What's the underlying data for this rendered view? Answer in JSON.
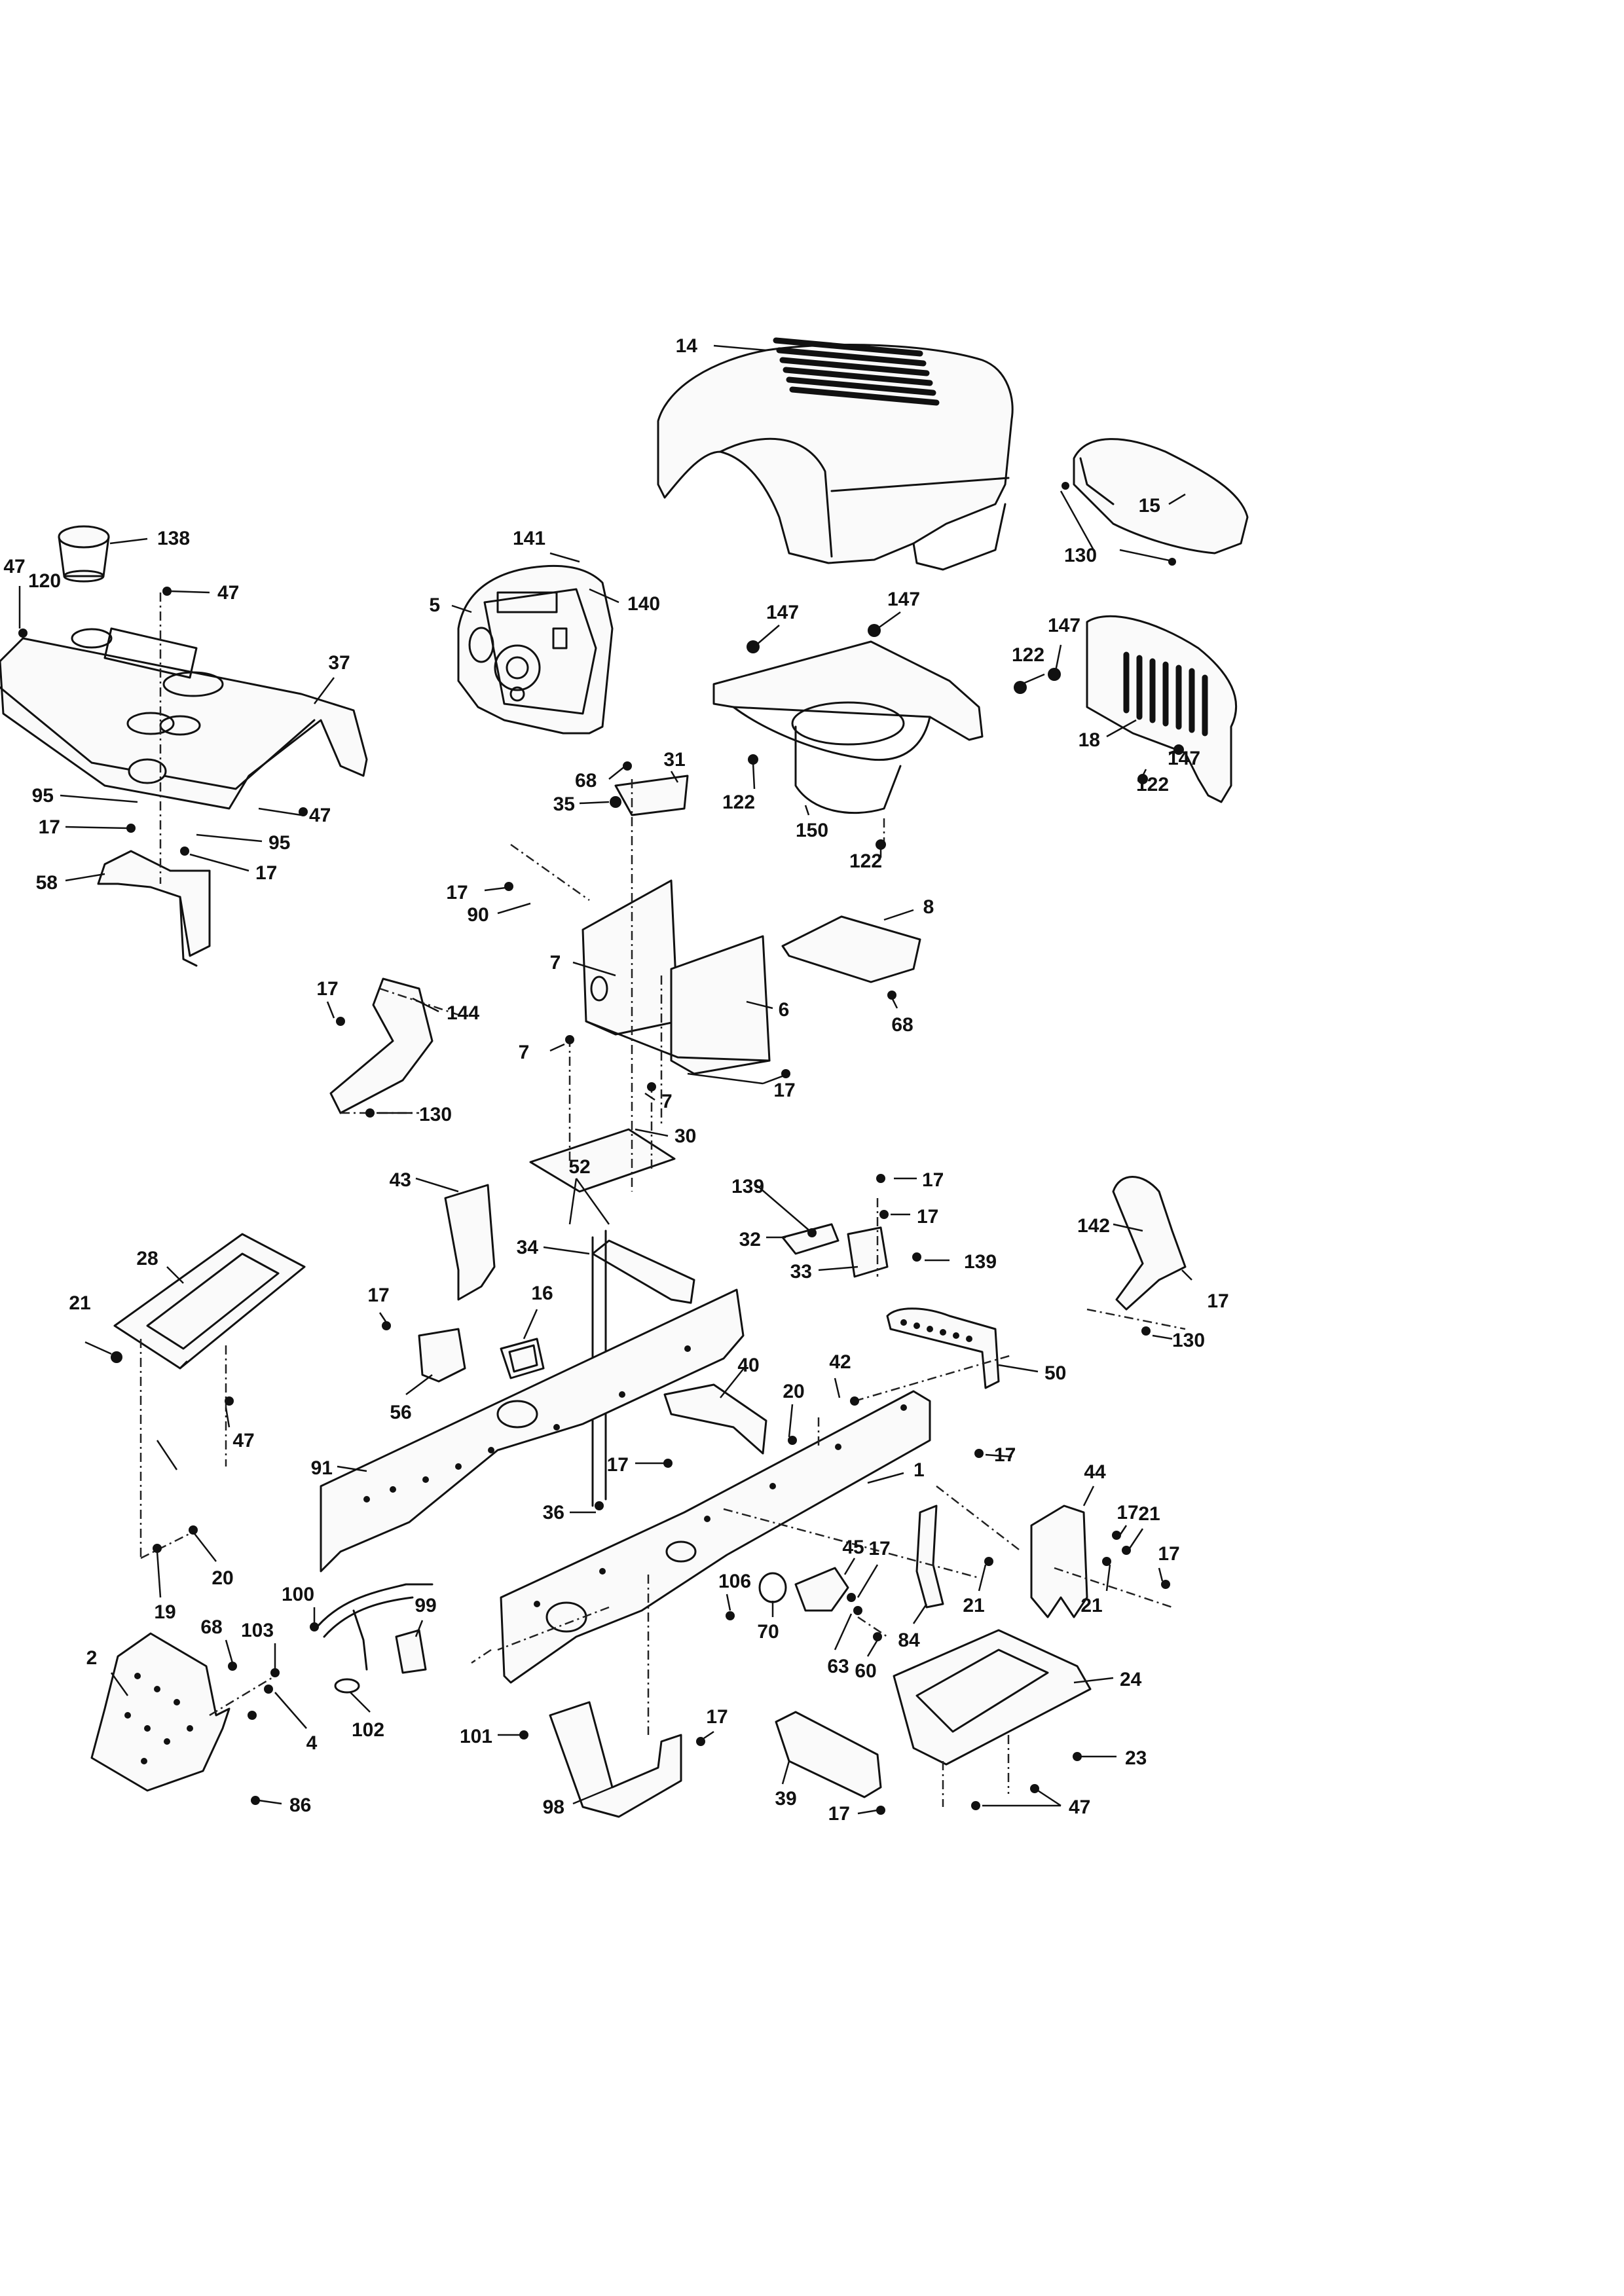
{
  "parts": [
    {
      "id": "p14",
      "num": "14"
    },
    {
      "id": "p15",
      "num": "15"
    },
    {
      "id": "p130a",
      "num": "130"
    },
    {
      "id": "p138",
      "num": "138"
    },
    {
      "id": "p47a",
      "num": "47"
    },
    {
      "id": "p120",
      "num": "120"
    },
    {
      "id": "p47b",
      "num": "47"
    },
    {
      "id": "p141",
      "num": "141"
    },
    {
      "id": "p140",
      "num": "140"
    },
    {
      "id": "p5",
      "num": "5"
    },
    {
      "id": "p37",
      "num": "37"
    },
    {
      "id": "p147a",
      "num": "147"
    },
    {
      "id": "p147b",
      "num": "147"
    },
    {
      "id": "p147c",
      "num": "147"
    },
    {
      "id": "p122a",
      "num": "122"
    },
    {
      "id": "p18",
      "num": "18"
    },
    {
      "id": "p147d",
      "num": "147"
    },
    {
      "id": "p122b",
      "num": "122"
    },
    {
      "id": "p68a",
      "num": "68"
    },
    {
      "id": "p31",
      "num": "31"
    },
    {
      "id": "p35",
      "num": "35"
    },
    {
      "id": "p122c",
      "num": "122"
    },
    {
      "id": "p150",
      "num": "150"
    },
    {
      "id": "p122d",
      "num": "122"
    },
    {
      "id": "p95a",
      "num": "95"
    },
    {
      "id": "p47c",
      "num": "47"
    },
    {
      "id": "p17a",
      "num": "17"
    },
    {
      "id": "p95b",
      "num": "95"
    },
    {
      "id": "p17b",
      "num": "17"
    },
    {
      "id": "p58",
      "num": "58"
    },
    {
      "id": "p17c",
      "num": "17"
    },
    {
      "id": "p90",
      "num": "90"
    },
    {
      "id": "p8",
      "num": "8"
    },
    {
      "id": "p7a",
      "num": "7"
    },
    {
      "id": "p6",
      "num": "6"
    },
    {
      "id": "p17d",
      "num": "17"
    },
    {
      "id": "p144",
      "num": "144"
    },
    {
      "id": "p68b",
      "num": "68"
    },
    {
      "id": "p7b",
      "num": "7"
    },
    {
      "id": "p17e",
      "num": "17"
    },
    {
      "id": "p7c",
      "num": "7"
    },
    {
      "id": "p130b",
      "num": "130"
    },
    {
      "id": "p30",
      "num": "30"
    },
    {
      "id": "p43",
      "num": "43"
    },
    {
      "id": "p52",
      "num": "52"
    },
    {
      "id": "p139a",
      "num": "139"
    },
    {
      "id": "p17f",
      "num": "17"
    },
    {
      "id": "p17g",
      "num": "17"
    },
    {
      "id": "p32",
      "num": "32"
    },
    {
      "id": "p142",
      "num": "142"
    },
    {
      "id": "p28",
      "num": "28"
    },
    {
      "id": "p34",
      "num": "34"
    },
    {
      "id": "p33",
      "num": "33"
    },
    {
      "id": "p139b",
      "num": "139"
    },
    {
      "id": "p17h",
      "num": "17"
    },
    {
      "id": "p21a",
      "num": "21"
    },
    {
      "id": "p16",
      "num": "16"
    },
    {
      "id": "p17i",
      "num": "17"
    },
    {
      "id": "p130c",
      "num": "130"
    },
    {
      "id": "p50",
      "num": "50"
    },
    {
      "id": "p56",
      "num": "56"
    },
    {
      "id": "p40",
      "num": "40"
    },
    {
      "id": "p42",
      "num": "42"
    },
    {
      "id": "p20a",
      "num": "20"
    },
    {
      "id": "p47d",
      "num": "47"
    },
    {
      "id": "p17j",
      "num": "17"
    },
    {
      "id": "p91",
      "num": "91"
    },
    {
      "id": "p17k",
      "num": "17"
    },
    {
      "id": "p1",
      "num": "1"
    },
    {
      "id": "p44",
      "num": "44"
    },
    {
      "id": "p17l",
      "num": "17"
    },
    {
      "id": "p21b",
      "num": "21"
    },
    {
      "id": "p36",
      "num": "36"
    },
    {
      "id": "p45",
      "num": "45"
    },
    {
      "id": "p17m",
      "num": "17"
    },
    {
      "id": "p17n",
      "num": "17"
    },
    {
      "id": "p19",
      "num": "19"
    },
    {
      "id": "p20b",
      "num": "20"
    },
    {
      "id": "p100",
      "num": "100"
    },
    {
      "id": "p99",
      "num": "99"
    },
    {
      "id": "p106",
      "num": "106"
    },
    {
      "id": "p70",
      "num": "70"
    },
    {
      "id": "p21c",
      "num": "21"
    },
    {
      "id": "p21d",
      "num": "21"
    },
    {
      "id": "p84",
      "num": "84"
    },
    {
      "id": "p68c",
      "num": "68"
    },
    {
      "id": "p103",
      "num": "103"
    },
    {
      "id": "p63",
      "num": "63"
    },
    {
      "id": "p60",
      "num": "60"
    },
    {
      "id": "p2",
      "num": "2"
    },
    {
      "id": "p24",
      "num": "24"
    },
    {
      "id": "p102",
      "num": "102"
    },
    {
      "id": "p4",
      "num": "4"
    },
    {
      "id": "p101",
      "num": "101"
    },
    {
      "id": "p17o",
      "num": "17"
    },
    {
      "id": "p23",
      "num": "23"
    },
    {
      "id": "p39",
      "num": "39"
    },
    {
      "id": "p86",
      "num": "86"
    },
    {
      "id": "p98",
      "num": "98"
    },
    {
      "id": "p17p",
      "num": "17"
    },
    {
      "id": "p47e",
      "num": "47"
    }
  ]
}
